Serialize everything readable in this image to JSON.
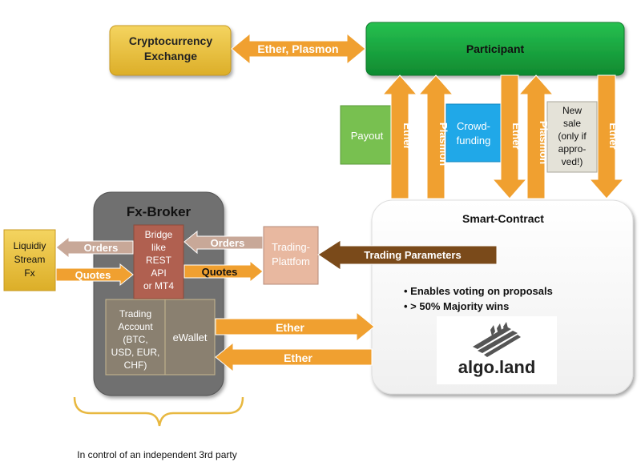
{
  "nodes": {
    "exchange": {
      "line1": "Cryptocurrency",
      "line2": "Exchange"
    },
    "participant": {
      "label": "Participant"
    },
    "payout": {
      "label": "Payout"
    },
    "crowdfunding": {
      "line1": "Crowd-",
      "line2": "funding"
    },
    "new_sale": {
      "lines": [
        "New",
        "sale",
        "(only if",
        "appro-",
        "ved!)"
      ]
    },
    "smart_contract": {
      "title": "Smart-Contract",
      "bullets": [
        "• Enables voting on  proposals",
        "• > 50% Majority wins"
      ]
    },
    "fx_broker": {
      "title": "Fx-Broker"
    },
    "bridge": {
      "lines": [
        "Bridge",
        "like",
        "REST",
        "API",
        "or MT4"
      ]
    },
    "trading_platform": {
      "line1": "Trading-",
      "line2": "Plattfom"
    },
    "liquidity": {
      "lines": [
        "Liquidiy",
        "Stream",
        "Fx"
      ]
    },
    "trading_account": {
      "lines": [
        "Trading",
        "Account",
        "(BTC,",
        "USD, EUR,",
        "CHF)"
      ]
    },
    "ewallet": {
      "label": "eWallet"
    },
    "logo": {
      "text": "algo.land"
    }
  },
  "arrows": {
    "ether_plasmon": "Ether, Plasmon",
    "ether_up": "Ether",
    "plasmon_up": "Plasmon",
    "ether_down_1": "Ether",
    "plasmon_up_2": "Plasmon",
    "ether_down_2": "Ether",
    "orders_bridge": "Orders",
    "quotes_bridge": "Quotes",
    "orders_platform": "Orders",
    "quotes_platform": "Quotes",
    "trading_parameters": "Trading Parameters",
    "ether_to_contract": "Ether",
    "ether_to_wallet": "Ether"
  },
  "footer": {
    "caption": "In control of an independent 3rd party"
  },
  "colors": {
    "orange": "#f0a030",
    "green": "#18a040",
    "gold": "#e8c040",
    "broker_gray": "#6f6f6f",
    "bridge_brown": "#b06050",
    "platform_salmon": "#e8b8a0",
    "trading_params": "#7a4a1a",
    "payout_green": "#78c050",
    "crowd_blue": "#20a8e8"
  }
}
